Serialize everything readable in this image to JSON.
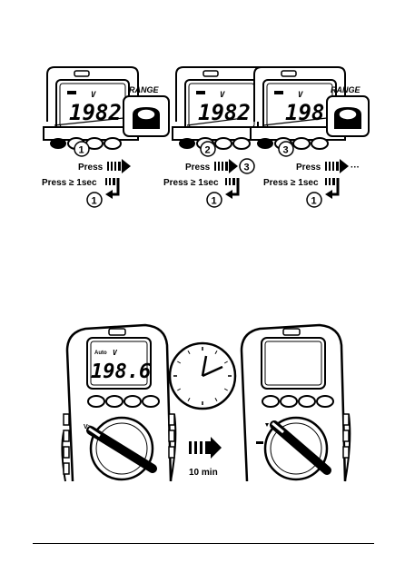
{
  "top_panels": [
    {
      "display": "1982",
      "unit_mark": "V",
      "step": "1"
    },
    {
      "display": "1982",
      "unit_mark": "V",
      "step": "2"
    },
    {
      "display": "198",
      "unit_mark": "V",
      "step": "3"
    }
  ],
  "range_button_label": "RANGE",
  "instructions": [
    {
      "press": "Press",
      "hold": "Press ≥ 1sec",
      "next": "",
      "return_step": "1"
    },
    {
      "press": "Press",
      "hold": "Press ≥ 1sec",
      "next": "3",
      "return_step": "1"
    },
    {
      "press": "Press",
      "hold": "Press ≥ 1sec",
      "next": "···",
      "return_step": "1"
    }
  ],
  "bottom": {
    "left_display": "198.6",
    "left_indicator": "Auto",
    "unit_mark": "V",
    "delay_label": "10 min"
  },
  "icons": [
    "multimeter-icon",
    "range-button-icon",
    "clock-icon",
    "arrow-right-icon",
    "return-arrow-icon"
  ]
}
